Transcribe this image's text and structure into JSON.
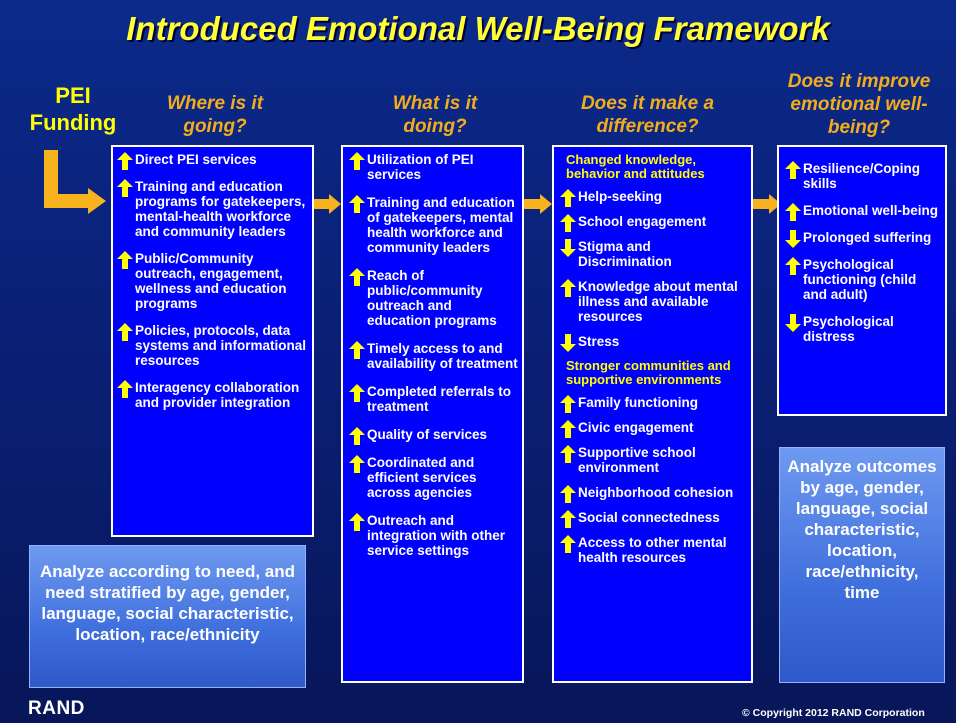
{
  "title": "Introduced Emotional Well-Being Framework",
  "pei_label": "PEI Funding",
  "columns": [
    {
      "heading": "Where is it going?",
      "items": [
        {
          "text": "Direct PEI services",
          "dir": "up"
        },
        {
          "text": "Training and education programs for gatekeepers, mental-health workforce and community leaders",
          "dir": "up"
        },
        {
          "text": "Public/Community outreach, engagement, wellness and education programs",
          "dir": "up"
        },
        {
          "text": "Policies, protocols, data systems and informational resources",
          "dir": "up"
        },
        {
          "text": "Interagency collaboration and provider integration",
          "dir": "up"
        }
      ]
    },
    {
      "heading": "What is it doing?",
      "items": [
        {
          "text": "Utilization of PEI services",
          "dir": "up"
        },
        {
          "text": "Training and education of gatekeepers, mental health workforce and community leaders",
          "dir": "up"
        },
        {
          "text": "Reach of public/community outreach and education programs",
          "dir": "up"
        },
        {
          "text": "Timely access to and availability of treatment",
          "dir": "up"
        },
        {
          "text": "Completed referrals to treatment",
          "dir": "up"
        },
        {
          "text": "Quality of services",
          "dir": "up"
        },
        {
          "text": "Coordinated and efficient services across agencies",
          "dir": "up"
        },
        {
          "text": "Outreach and integration with other service settings",
          "dir": "up"
        }
      ]
    },
    {
      "heading": "Does it make a difference?",
      "section1_title": "Changed knowledge, behavior and attitudes",
      "section1_items": [
        {
          "text": "Help-seeking",
          "dir": "up"
        },
        {
          "text": "School engagement",
          "dir": "up"
        },
        {
          "text": "Stigma and Discrimination",
          "dir": "down"
        },
        {
          "text": "Knowledge about mental illness and available resources",
          "dir": "up"
        },
        {
          "text": "Stress",
          "dir": "down"
        }
      ],
      "section2_title": "Stronger communities and supportive environments",
      "section2_items": [
        {
          "text": "Family functioning",
          "dir": "up"
        },
        {
          "text": "Civic engagement",
          "dir": "up"
        },
        {
          "text": "Supportive school environment",
          "dir": "up"
        },
        {
          "text": "Neighborhood cohesion",
          "dir": "up"
        },
        {
          "text": "Social connectedness",
          "dir": "up"
        },
        {
          "text": "Access to other mental health resources",
          "dir": "up"
        }
      ]
    },
    {
      "heading": "Does it improve emotional well-being?",
      "items": [
        {
          "text": "Resilience/Coping skills",
          "dir": "up"
        },
        {
          "text": "Emotional well-being",
          "dir": "up"
        },
        {
          "text": "Prolonged suffering",
          "dir": "down"
        },
        {
          "text": "Psychological functioning (child and adult)",
          "dir": "up"
        },
        {
          "text": "Psychological distress",
          "dir": "down"
        }
      ]
    }
  ],
  "analyze_left": "Analyze according to need, and need stratified by age, gender, language, social characteristic, location, race/ethnicity",
  "analyze_right": "Analyze outcomes by age, gender, language, social characteristic, location, race/ethnicity, time",
  "footer_logo": "RAND",
  "footer_copyright": "© Copyright 2012 RAND Corporation",
  "colors": {
    "box": "#0000ff",
    "arrow_yellow": "#ffff00",
    "heading_orange": "#f3ad1a",
    "connector_orange": "#f7b21d"
  }
}
